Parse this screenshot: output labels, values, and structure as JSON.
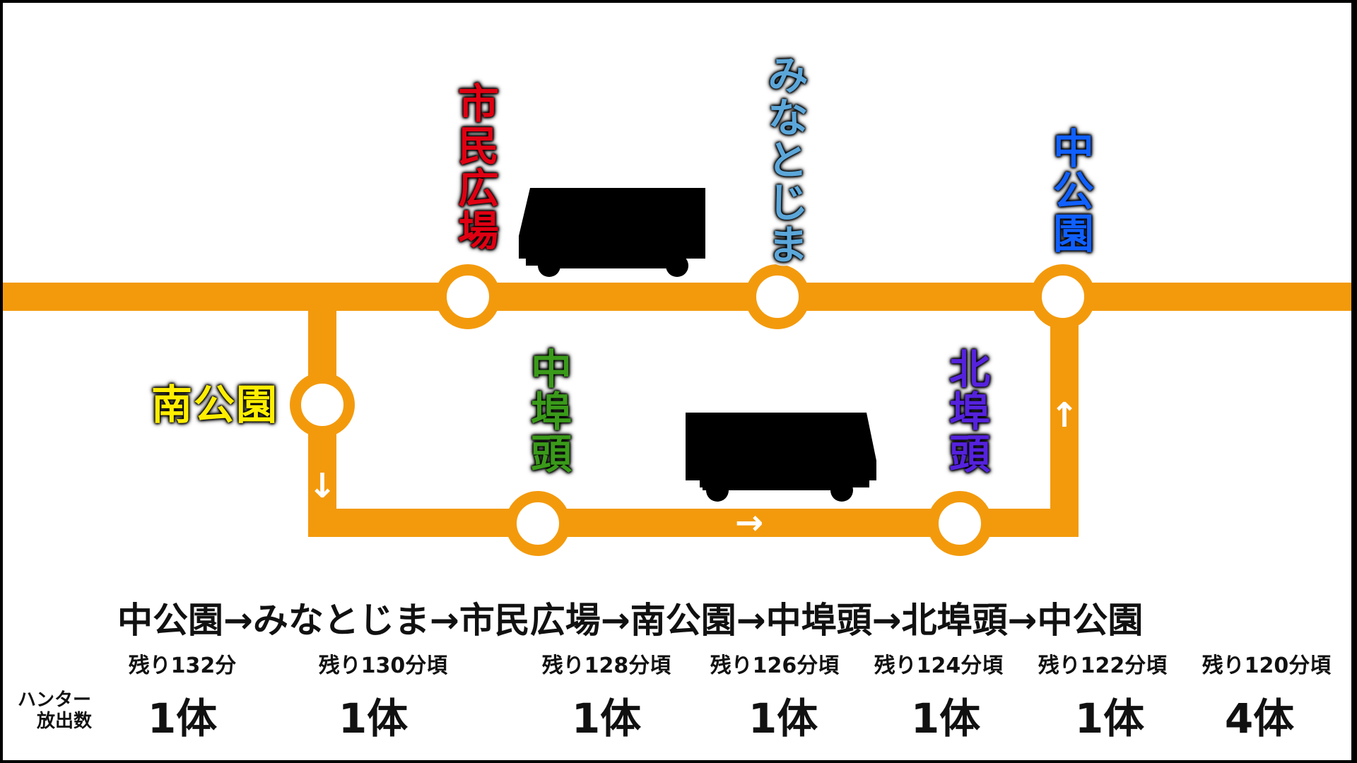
{
  "stations": {
    "shimin_hiroba": {
      "name": "市民広場",
      "color": "#e00012"
    },
    "minatojima": {
      "name": "みなとじま",
      "color": "#5ba6d9"
    },
    "naka_koen": {
      "name": "中公園",
      "color": "#1060ff"
    },
    "minami_koen": {
      "name": "南公園",
      "color": "#ffee00"
    },
    "naka_futo": {
      "name": "中埠頭",
      "color": "#3a9a1a"
    },
    "kita_futo": {
      "name": "北埠頭",
      "color": "#5522dd"
    }
  },
  "line_color": "#f39a0c",
  "arrows": {
    "down": "↓",
    "right": "→",
    "up": "↑"
  },
  "route": {
    "stops": [
      "中公園",
      "みなとじま",
      "市民広場",
      "南公園",
      "中埠頭",
      "北埠頭",
      "中公園"
    ],
    "separator": "→"
  },
  "remaining": [
    "残り132分",
    "残り130分頃",
    "残り128分頃",
    "残り126分頃",
    "残り124分頃",
    "残り122分頃",
    "残り120分頃"
  ],
  "hunter_release": {
    "label_line1": "ハンター",
    "label_line2": "放出数",
    "counts": [
      "1体",
      "1体",
      "1体",
      "1体",
      "1体",
      "1体",
      "4体"
    ]
  }
}
